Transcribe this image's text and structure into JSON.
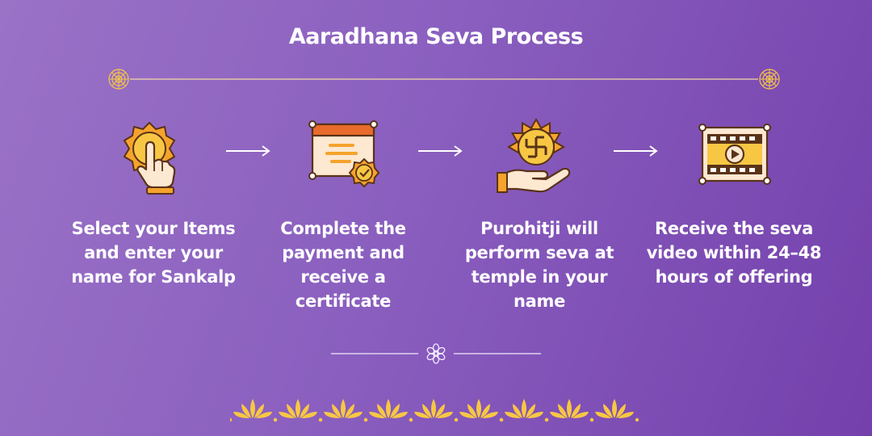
{
  "title": "Aaradhana Seva Process",
  "colors": {
    "gold": "#f7c744",
    "orange": "#f5a32c",
    "line": "#f3d9a4",
    "cream": "#fde8d2",
    "brown": "#5a3318"
  },
  "steps": [
    {
      "icon": "pointer-coin-icon",
      "text": "Select your Items and enter your name for Sankalp"
    },
    {
      "icon": "certificate-icon",
      "text": "Complete the payment and receive a certificate"
    },
    {
      "icon": "swastik-offering-icon",
      "text": "Purohitji will perform seva at temple in your name"
    },
    {
      "icon": "video-film-icon",
      "text": "Receive the seva video within 24–48 hours of offering"
    }
  ]
}
